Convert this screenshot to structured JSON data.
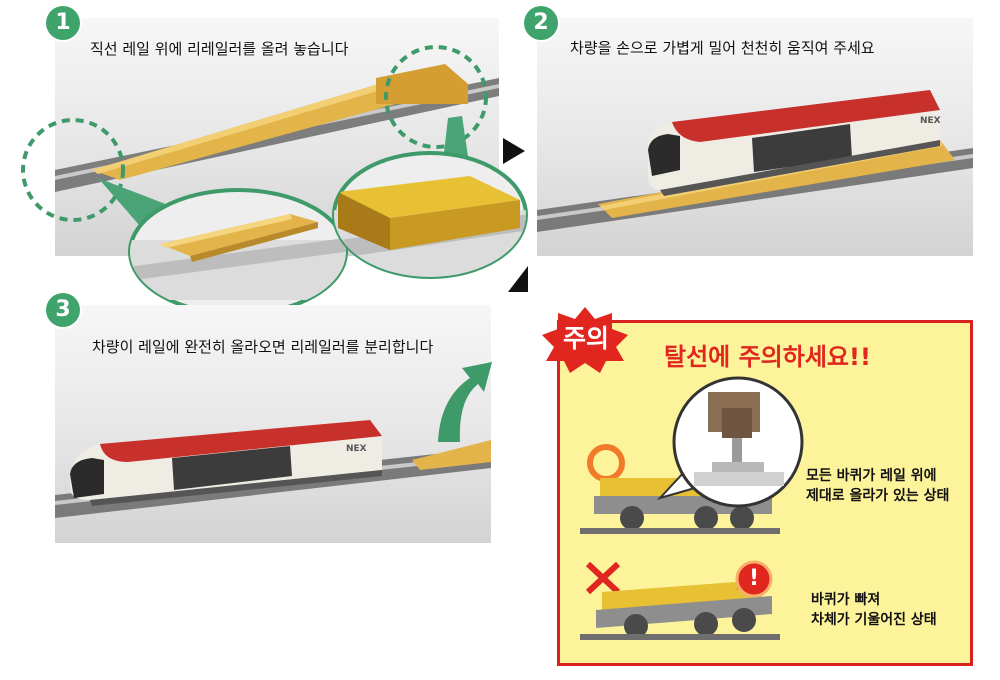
{
  "steps": [
    {
      "number": "1",
      "text": "직선 레일 위에 리레일러를 올려 놓습니다"
    },
    {
      "number": "2",
      "text": "차량을 손으로 가볍게 밀어 천천히 움직여 주세요"
    },
    {
      "number": "3",
      "text": "차량이 레일에 완전히 올라오면 리레일러를 분리합니다"
    }
  ],
  "warning": {
    "badge": "주의",
    "title": "탈선에 주의하세요!!",
    "correct_note": "모든 바퀴가 레일 위에\n제대로 올라가 있는 상태",
    "wrong_note": "바퀴가 빠져\n차체가 기울어진 상태",
    "exclamation": "!"
  },
  "train_logo": "NEX",
  "colors": {
    "step_green": "#3fa46b",
    "rerailer_yellow": "#e2b44a",
    "train_red": "#c8302c",
    "train_white": "#efece4",
    "warn_bg": "#fdf39a",
    "warn_red": "#e0261e",
    "ok_orange": "#f07a2a"
  }
}
